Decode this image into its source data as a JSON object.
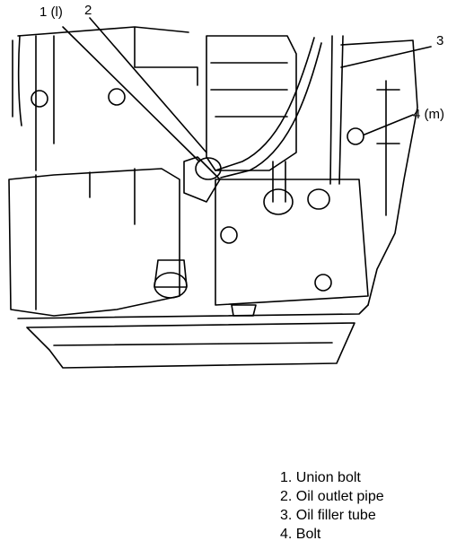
{
  "callouts": {
    "c1": "1 (l)",
    "c2": "2",
    "c3": "3",
    "c4": "4 (m)"
  },
  "legend": [
    {
      "num": "1.",
      "text": "Union bolt"
    },
    {
      "num": "2.",
      "text": "Oil outlet pipe"
    },
    {
      "num": "3.",
      "text": "Oil filler tube"
    },
    {
      "num": "4.",
      "text": "Bolt"
    }
  ],
  "colors": {
    "ink": "#000000",
    "paper": "#ffffff"
  }
}
